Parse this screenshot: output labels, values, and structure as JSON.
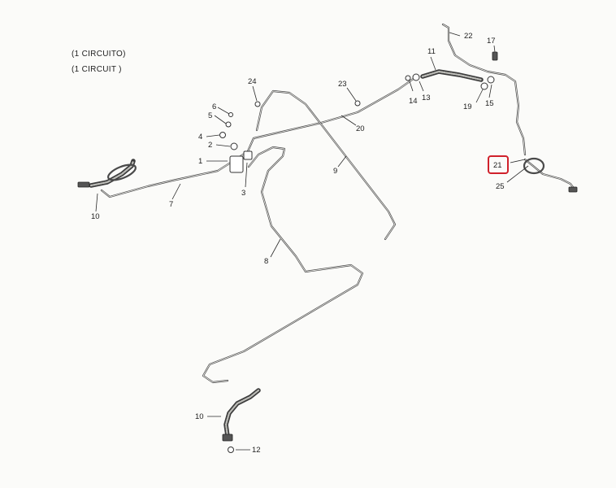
{
  "header": {
    "line1": "(1 CIRCUITO)",
    "line2": "(1 CIRCUIT )"
  },
  "callouts": {
    "c1": "1",
    "c2": "2",
    "c3": "3",
    "c4": "4",
    "c5": "5",
    "c6": "6",
    "c7": "7",
    "c8": "8",
    "c9": "9",
    "c10a": "10",
    "c10b": "10",
    "c11": "11",
    "c12": "12",
    "c13": "13",
    "c14": "14",
    "c15": "15",
    "c17": "17",
    "c19": "19",
    "c20": "20",
    "c21": "21",
    "c22": "22",
    "c23": "23",
    "c24": "24",
    "c25": "25"
  },
  "highlight": {
    "label": "21",
    "color": "#d0212b"
  }
}
